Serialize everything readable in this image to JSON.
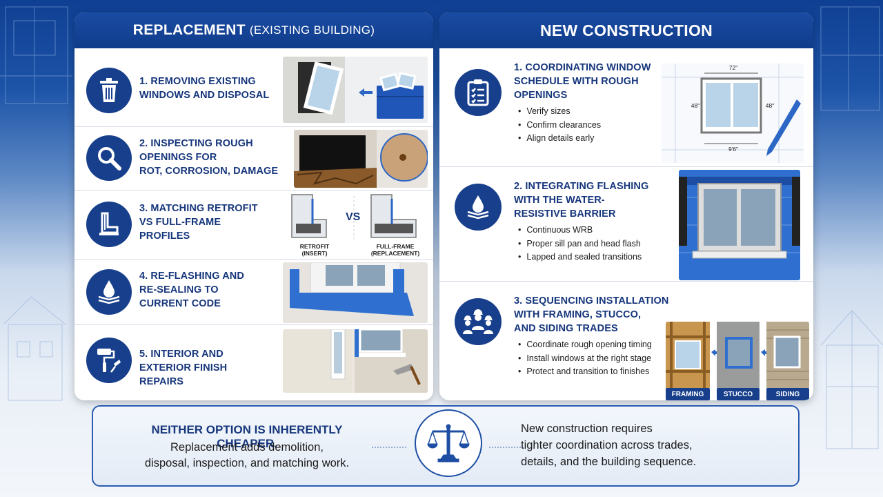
{
  "left_panel": {
    "title": "REPLACEMENT",
    "subtitle": "(EXISTING BUILDING)",
    "items": [
      {
        "label": "1. REMOVING EXISTING\nWINDOWS AND DISPOSAL",
        "icon": "trash-icon"
      },
      {
        "label": "2. INSPECTING ROUGH\nOPENINGS FOR\nROT, CORROSION, DAMAGE",
        "icon": "magnifier-icon"
      },
      {
        "label": "3. MATCHING RETROFIT\nVS FULL-FRAME\nPROFILES",
        "icon": "window-profile-icon"
      },
      {
        "label": "4. RE-FLASHING AND\nRE-SEALING TO\nCURRENT CODE",
        "icon": "water-drop-icon"
      },
      {
        "label": "5. INTERIOR AND\nEXTERIOR FINISH\nREPAIRS",
        "icon": "paint-roller-icon"
      }
    ],
    "profile_captions": {
      "retrofit": "RETROFIT\n(INSERT)",
      "vs": "VS",
      "fullframe": "FULL-FRAME\n(REPLACEMENT)"
    }
  },
  "right_panel": {
    "title": "NEW CONSTRUCTION",
    "items": [
      {
        "label": "1. COORDINATING WINDOW\nSCHEDULE WITH ROUGH\nOPENINGS",
        "icon": "clipboard-checklist-icon",
        "bullets": [
          "Verify sizes",
          "Confirm clearances",
          "Align details early"
        ]
      },
      {
        "label": "2. INTEGRATING FLASHING\nWITH THE WATER-\nRESISTIVE BARRIER",
        "icon": "water-drop-icon",
        "bullets": [
          "Continuous WRB",
          "Proper sill pan and head flash",
          "Lapped and sealed transitions"
        ]
      },
      {
        "label": "3. SEQUENCING INSTALLATION\nWITH FRAMING, STUCCO,\nAND SIDING TRADES",
        "icon": "workers-icon",
        "bullets": [
          "Coordinate rough opening timing",
          "Install windows at the right stage",
          "Protect and transition to finishes"
        ]
      }
    ],
    "dimension_labels": {
      "top": "72\"",
      "left": "48\"",
      "right": "48\"",
      "bottom": "9'6\""
    },
    "stage_badges": [
      "FRAMING",
      "STUCCO",
      "SIDING"
    ]
  },
  "bottom": {
    "left_title": "NEITHER OPTION IS INHERENTLY CHEAPER.",
    "left_text": "Replacement adds demolition,\ndisposal, inspection, and matching work.",
    "right_text": "New construction requires\ntighter coordination across trades,\ndetails, and the building sequence.",
    "icon": "balance-scale-icon"
  },
  "colors": {
    "navy": "#173f8b",
    "header_blue": "#1a4ba3",
    "title_text": "#16367c",
    "wrb_blue": "#2e6fd0"
  }
}
